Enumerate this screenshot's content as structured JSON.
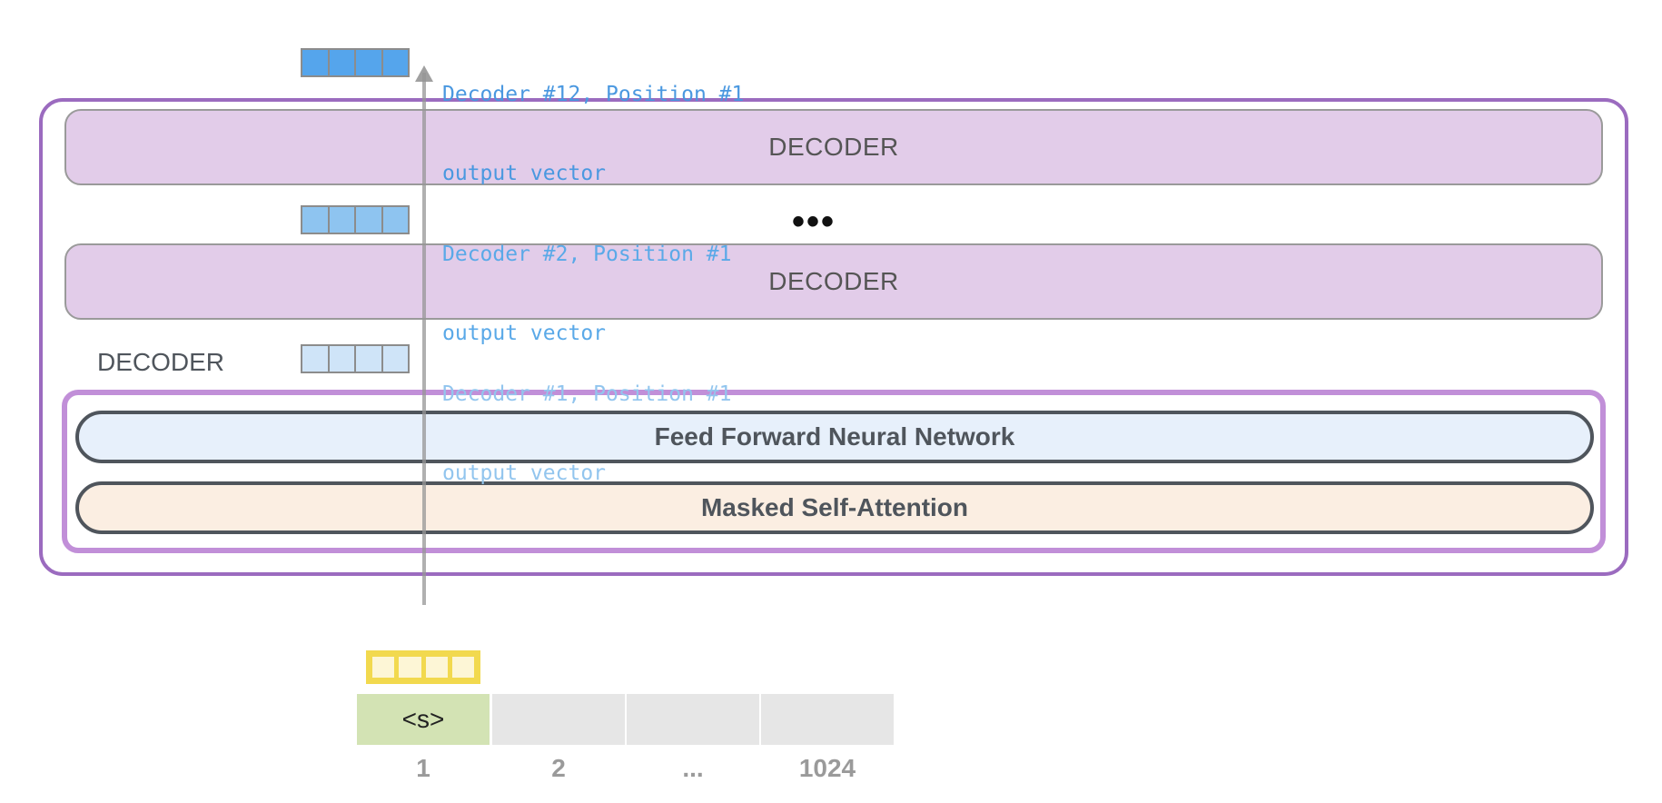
{
  "decoders": {
    "top_label": "DECODER",
    "middle_label": "DECODER",
    "side_label": "DECODER",
    "ellipsis": "•••"
  },
  "sublayers": {
    "ffnn": "Feed Forward Neural Network",
    "masked_attention": "Masked Self-Attention"
  },
  "vectors": [
    {
      "line1": "Decoder #12, Position #1",
      "line2": "output vector",
      "color": "#4a98e0",
      "fill": "#55a5ec"
    },
    {
      "line1": "Decoder #2, Position #1",
      "line2": "output vector",
      "color": "#5aa9e8",
      "fill": "#8ec4f0"
    },
    {
      "line1": "Decoder #1, Position #1",
      "line2": "output vector",
      "color": "#92c5ee",
      "fill": "#cfe4f8"
    }
  ],
  "tokens": [
    {
      "text": "<s>",
      "position": "1"
    },
    {
      "text": "",
      "position": "2"
    },
    {
      "text": "",
      "position": "..."
    },
    {
      "text": "",
      "position": "1024"
    }
  ],
  "colors": {
    "outer_border": "#9b6bbf",
    "inner_border": "#c18fd8",
    "decoder_fill": "#e2cce9",
    "ffnn_fill": "#e7f0fb",
    "attention_fill": "#fbeee2",
    "token_active": "#d3e3b4",
    "token_empty": "#e6e6e6",
    "embedding": "#f2d94e"
  }
}
